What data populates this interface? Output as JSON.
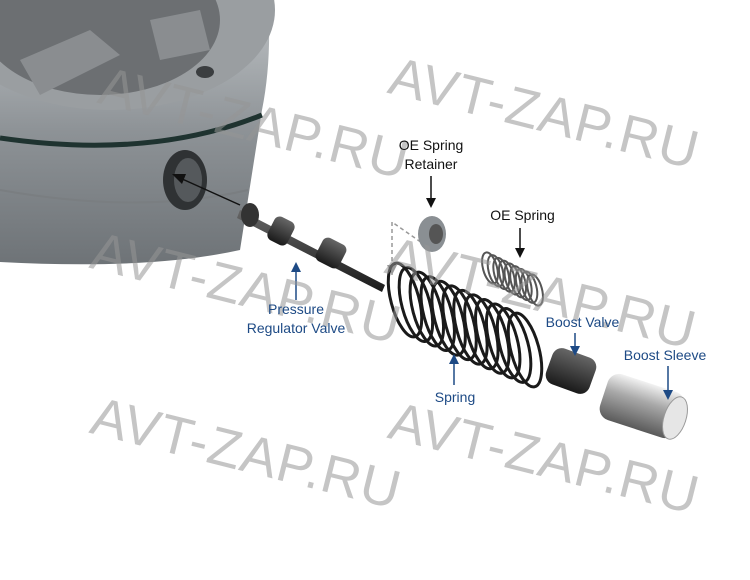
{
  "labels": {
    "oe_spring_retainer": "OE Spring\nRetainer",
    "oe_spring_retainer_l1": "OE Spring",
    "oe_spring_retainer_l2": "Retainer",
    "oe_spring": "OE Spring",
    "pressure_regulator_l1": "Pressure",
    "pressure_regulator_l2": "Regulator Valve",
    "boost_valve": "Boost Valve",
    "boost_sleeve": "Boost Sleeve",
    "spring": "Spring"
  },
  "watermark": "AVT-ZAP.RU",
  "colors": {
    "blue_label": "#1d4a85",
    "black_label": "#111111",
    "watermark": "#969696"
  }
}
